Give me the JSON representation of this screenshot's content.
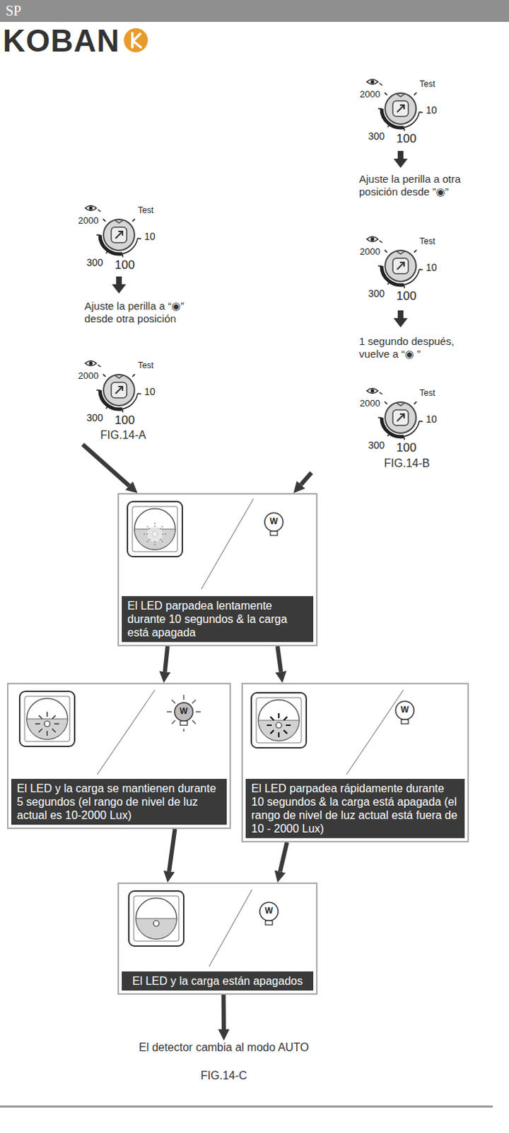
{
  "diagram": {
    "caption": "FIG.14-C",
    "nodes": [
      {
        "text": [
          "Ajuste la perilla a “◉” desde otra posición",
          "FIG.14-A"
        ]
      },
      {
        "text": [
          "Ajuste la perilla a otra posición desde ”◉”",
          "1 segundo después, vuelve a “◉ ”",
          "FIG.14-B"
        ]
      },
      {
        "text": [
          "El LED parpadea lentamente durante 10 segundos & la carga está apagada"
        ]
      },
      {
        "text": [
          "El LED y la carga se mantienen durante 5 segundos (el rango de nivel de luz actual es 10-2000 Lux)"
        ]
      },
      {
        "text": [
          "El LED parpadea rápidamente durante 10 segundos & la carga está apagada (el rango de nivel de luz actual está fuera de 10 - 2000 Lux)"
        ]
      },
      {
        "text": [
          "El LED y la carga están apagados"
        ]
      },
      {
        "text": [
          "El detector cambia al modo AUTO"
        ]
      }
    ],
    "edges": [
      {
        "from": 0,
        "to": 2,
        "arrow": "to"
      },
      {
        "from": 1,
        "to": 2,
        "arrow": "to"
      },
      {
        "from": 2,
        "to": 3,
        "arrow": "to"
      },
      {
        "from": 2,
        "to": 4,
        "arrow": "to"
      },
      {
        "from": 3,
        "to": 5,
        "arrow": "to"
      },
      {
        "from": 4,
        "to": 5,
        "arrow": "to"
      },
      {
        "from": 5,
        "to": 6,
        "arrow": "to"
      }
    ],
    "labels": [
      "SP",
      "KOBAN",
      "2000",
      "Test",
      "10",
      "300",
      "100",
      "2000",
      "Test",
      "10",
      "300",
      "100",
      "2000",
      "Test",
      "10",
      "300",
      "100",
      "2000",
      "Test",
      "10",
      "300",
      "100",
      "2000",
      "Test",
      "10",
      "300",
      "100",
      "W",
      "W",
      "W",
      "W"
    ]
  }
}
